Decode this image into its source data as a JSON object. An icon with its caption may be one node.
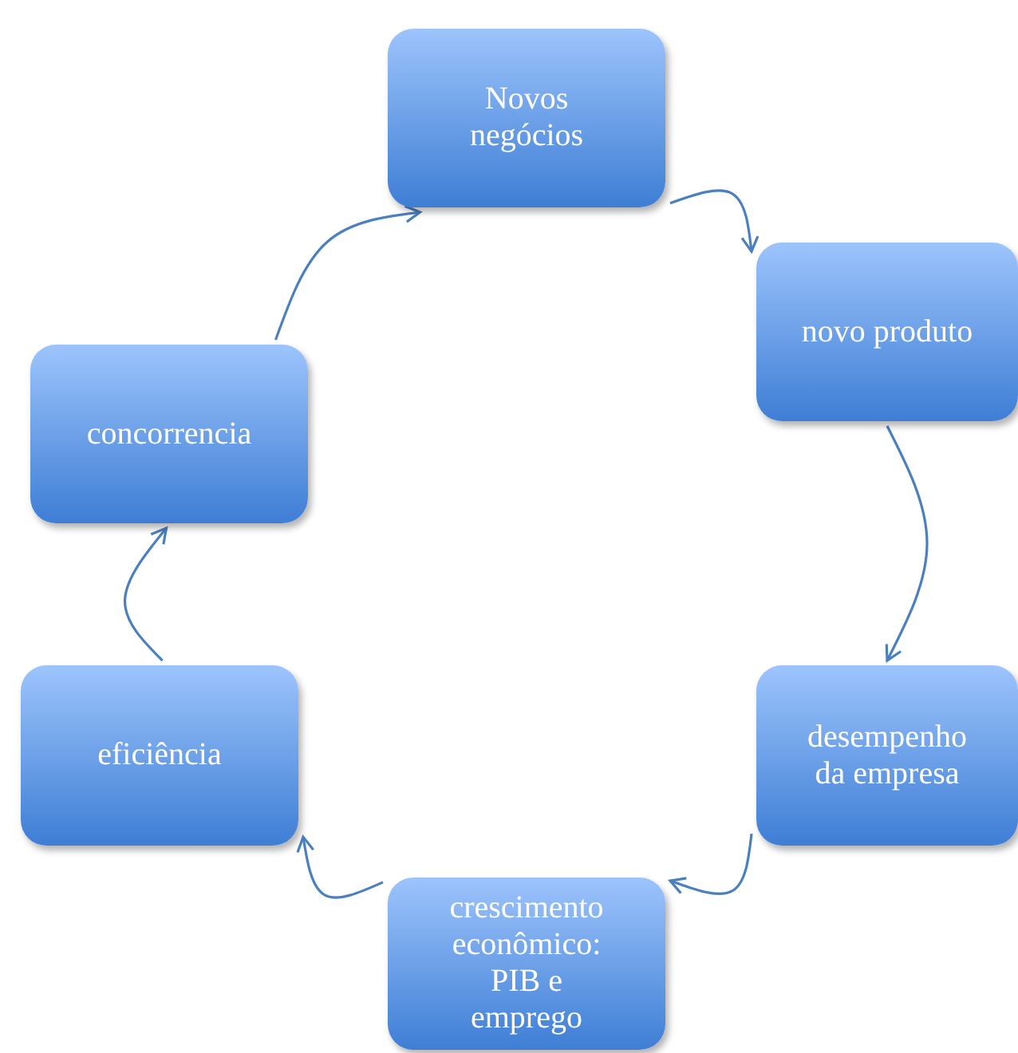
{
  "diagram": {
    "nodes": [
      {
        "text": [
          "Novos negócios"
        ]
      },
      {
        "text": [
          "novo produto"
        ]
      },
      {
        "text": [
          "desempenho da empresa"
        ]
      },
      {
        "text": [
          "crescimento econômico: PIB e emprego"
        ]
      },
      {
        "text": [
          "eficiência"
        ]
      },
      {
        "text": [
          "concorrencia"
        ]
      }
    ],
    "edges": [
      {
        "from": 0,
        "to": 1,
        "arrow": "to"
      },
      {
        "from": 1,
        "to": 2,
        "arrow": "to"
      },
      {
        "from": 2,
        "to": 3,
        "arrow": "to"
      },
      {
        "from": 3,
        "to": 4,
        "arrow": "to"
      },
      {
        "from": 4,
        "to": 5,
        "arrow": "to"
      },
      {
        "from": 5,
        "to": 0,
        "arrow": "to"
      }
    ]
  }
}
